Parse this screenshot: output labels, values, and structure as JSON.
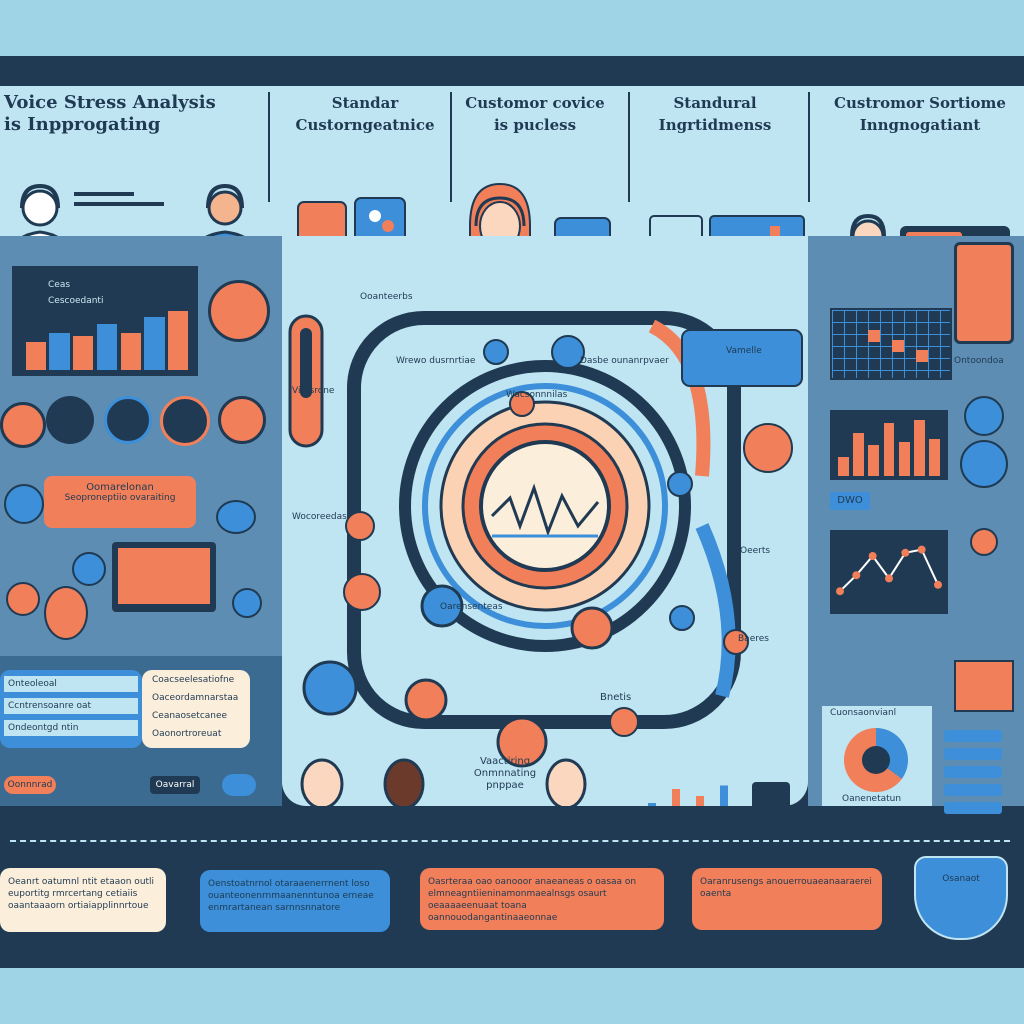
{
  "header": {
    "col1": [
      "Voice Stress Analysis",
      "is Inpprogating"
    ],
    "col2": [
      "Standar",
      "Custorngeatnice"
    ],
    "col3": [
      "Customor covice",
      "is pucless"
    ],
    "col4": [
      "Standural",
      "Ingrtidmenss"
    ],
    "col5": [
      "Custromor Sortiome",
      "Inngnogatiant"
    ]
  },
  "left": {
    "chart_legend": [
      "Ceas",
      "Cescoedanti"
    ],
    "bars": [
      0.45,
      0.6,
      0.55,
      0.75,
      0.6,
      0.85,
      0.95
    ],
    "callout": "Oomarelonan",
    "callout_sub": "Seoproneptiio ovaraiting",
    "buttons": [
      "Oonnnrad",
      "Oavarral"
    ],
    "list_left": [
      "Onteoleoal",
      "Ccntrensoanre oat",
      "Ondeontgd ntin"
    ],
    "list_right": [
      "Coacseelesatiofne",
      "Oaceordamnarstaa",
      "Ceanaosetcanee",
      "Oaonortroreuat"
    ]
  },
  "center": {
    "flow_labels": [
      "Ooanteerbs",
      "Viatsrone",
      "Wocoreedas",
      "Vamelle",
      "Oeerts",
      "Baeres",
      "Oarensenteas"
    ],
    "ring_text": [
      "Wrewo dusrnrtiae",
      "Dasbe ounanrpvaer"
    ],
    "center_label": "Wacsonnnilas",
    "bottom_label": "Vaactiring",
    "bottom_sub": "Onmnnating",
    "bottom_sub2": "pnppae",
    "side_label": "Bnetis"
  },
  "right": {
    "heat_label": "Ontoondoa",
    "badge": "DWO",
    "donut_label": "Cuonsaonvianl",
    "donut_caption": "Oanenetatun",
    "pill_labels": [
      "",
      "",
      "",
      "",
      ""
    ],
    "bars": [
      0.3,
      0.7,
      0.5,
      0.85,
      0.55,
      0.9,
      0.6
    ],
    "line_points": [
      0.2,
      0.45,
      0.75,
      0.4,
      0.8,
      0.85,
      0.3
    ]
  },
  "footer": {
    "boxes": [
      "Oeanrt oatumnl ntit etaaon outli euportitg rmrcertang cetiaiis oaantaaaorn ortiaiapplinnrtoue",
      "Oenstoatnrnol otaraaenerrnent loso ouanteonenrnmaanenntunoa erneae enmrartanean sarnnsnnatore",
      "Oasrteraa oao oanooor anaeaneas o oasaa on elmneagntiieninamonmaealnsgs osaurt oeaaaaeenuaat toana oannouodangantinaaeonnae",
      "Oaranrusengs anouerrouaeanaaraerei oaenta"
    ],
    "shield": "Osanaot"
  },
  "colors": {
    "navy": "#1f3a52",
    "orange": "#f07f5a",
    "blue": "#3c8fd8",
    "light_blue": "#bfe4f2",
    "cream": "#fbeedb"
  }
}
